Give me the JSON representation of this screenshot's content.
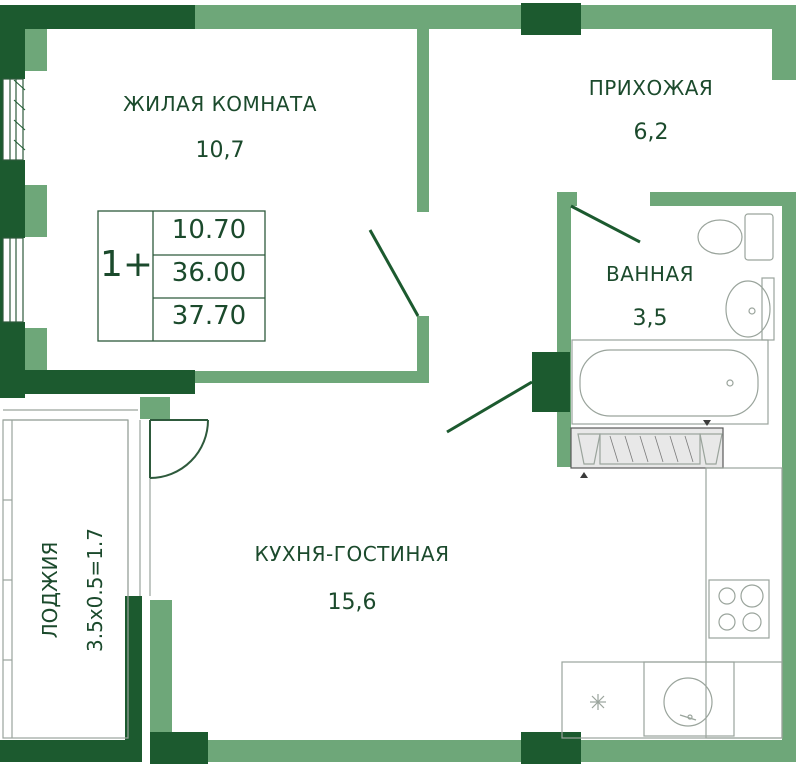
{
  "rooms": {
    "living_room": {
      "label": "ЖИЛАЯ КОМНАТА",
      "area": "10,7"
    },
    "hallway": {
      "label": "ПРИХОЖАЯ",
      "area": "6,2"
    },
    "bathroom": {
      "label": "ВАННАЯ",
      "area": "3,5"
    },
    "kitchen_living": {
      "label": "КУХНЯ-ГОСТИНАЯ",
      "area": "15,6"
    },
    "loggia": {
      "label": "ЛОДЖИЯ",
      "area": "3.5x0.5=1.7"
    }
  },
  "info_box": {
    "rooms": "1+",
    "living_area": "10.70",
    "total_area": "36.00",
    "area_with_loggia": "37.70"
  },
  "colors": {
    "wall_light": "#6ea779",
    "wall_dark": "#1c5a2f",
    "text": "#1b4a2c",
    "fixture_line": "#9aa49c",
    "frame_line": "#2e5a3c"
  }
}
